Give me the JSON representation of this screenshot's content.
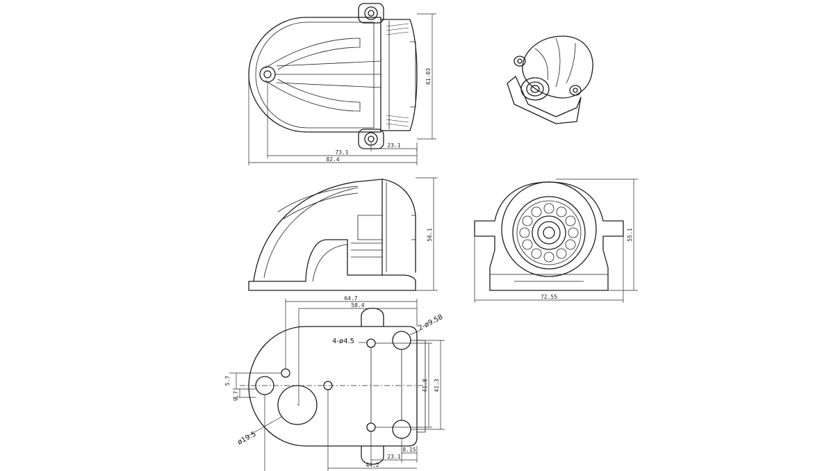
{
  "dimensions": {
    "top_height": "61.03",
    "top_offset": "23.1",
    "top_width_inner": "73.1",
    "top_width_outer": "82.4",
    "side_height": "56.1",
    "front_width": "72.55",
    "front_height": "55.1",
    "bottom_width_outer": "64.7",
    "bottom_width_inner": "58.4",
    "bottom_small_a": "5.7",
    "bottom_small_b": "9.7",
    "bottom_hole_span": "41.8",
    "bottom_hole_span_outer": "41.3",
    "bottom_edge": "8.15",
    "bottom_offset": "23.1",
    "bottom_base": "44.2"
  },
  "callouts": {
    "small_holes": "4-ø4.5",
    "large_holes": "2-ø9.58",
    "cable_hole": "ø19.5"
  },
  "colors": {
    "line": "#1a1a1a",
    "background": "#ffffff"
  }
}
